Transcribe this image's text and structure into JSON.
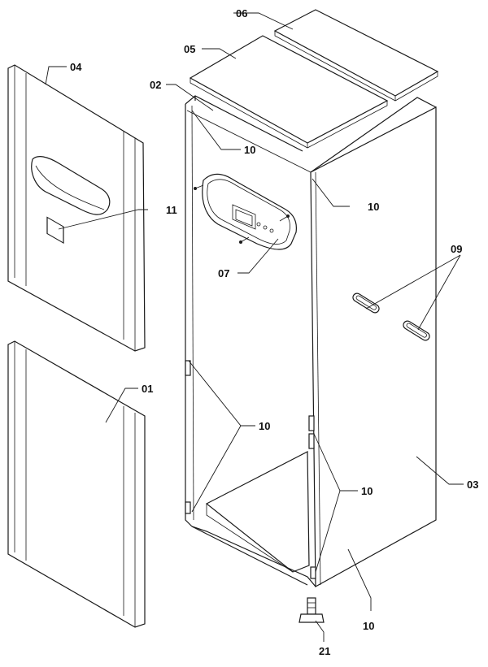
{
  "callouts": {
    "c01": "01",
    "c02": "02",
    "c03": "03",
    "c04": "04",
    "c05": "05",
    "c06": "06",
    "c07": "07",
    "c09": "09",
    "c10a": "10",
    "c10b": "10",
    "c10c": "10",
    "c10d": "10",
    "c10e": "10",
    "c11": "11",
    "c21": "21"
  }
}
